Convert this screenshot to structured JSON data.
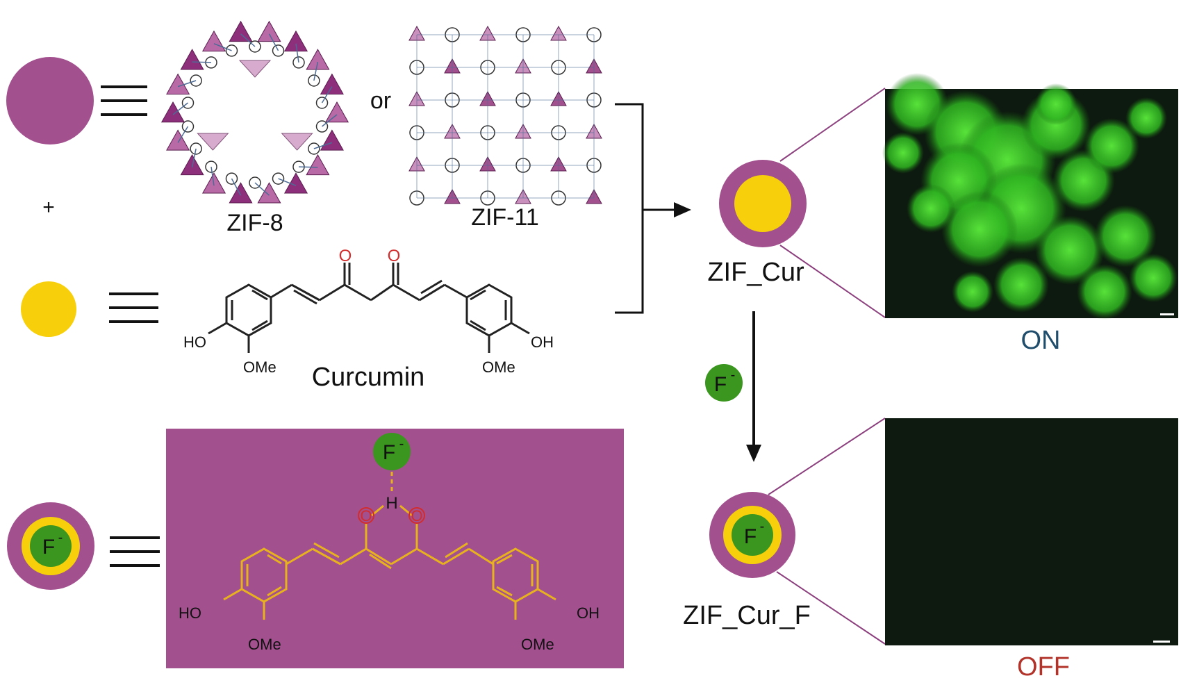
{
  "labels": {
    "or": "or",
    "plus": "+",
    "zif8": "ZIF-8",
    "zif11": "ZIF-11",
    "curcumin": "Curcumin",
    "zif_cur": "ZIF_Cur",
    "zif_cur_f": "ZIF_Cur_F",
    "on": "ON",
    "off": "OFF",
    "fluoride": "F",
    "fluoride_charge": "-",
    "ho": "HO",
    "oh": "OH",
    "ome": "OMe",
    "o": "O",
    "h": "H"
  },
  "colors": {
    "purple": "#a3508f",
    "yellow": "#f7cf0a",
    "fluoride_green": "#3a961f",
    "on_text": "#1f4d6b",
    "off_text": "#b2332a",
    "oxygen_red": "#d22c2c",
    "complex_bond": "#e7b21e",
    "fluor_image_dark": "#0d1a0f",
    "fluor_image_green": "#3ecb2e"
  },
  "icons": {
    "equals": "triple-bar-equivalence-icon",
    "arrow": "reaction-arrow-icon"
  }
}
